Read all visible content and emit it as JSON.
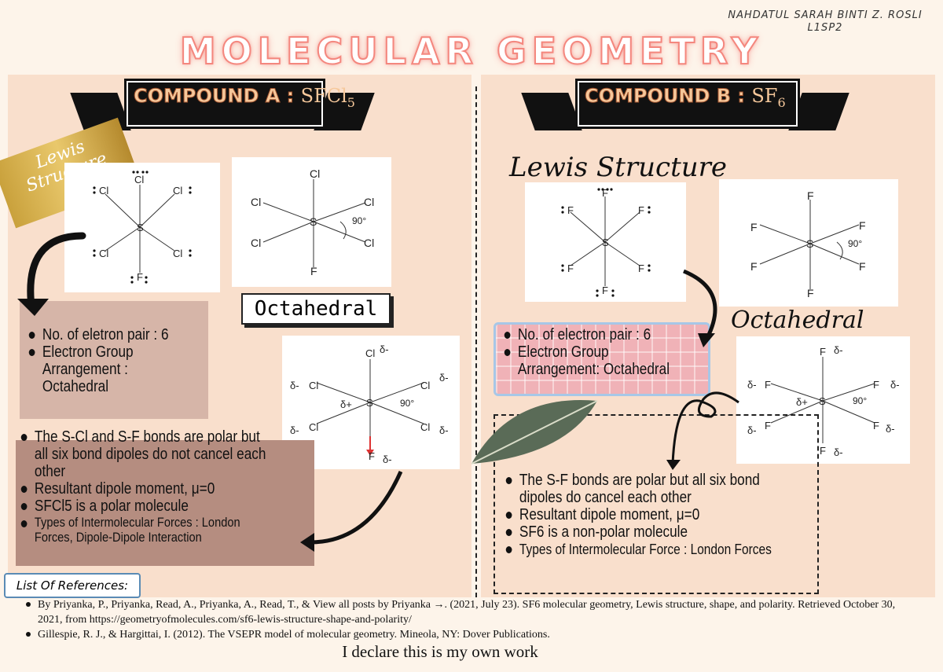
{
  "author": {
    "name": "NAHDATUL SARAH BINTI Z. ROSLI",
    "class": "L1SP2"
  },
  "title": "MOLECULAR GEOMETRY",
  "compound_a": {
    "banner_label": "COMPOUND A :",
    "formula_main": "SFCl",
    "formula_sub": "5",
    "lewis_label": "Lewis Structure",
    "shape_label": "Octahedral",
    "atoms": {
      "center": "S",
      "cl": "Cl",
      "f": "F",
      "angle": "90°",
      "delta_plus": "δ+",
      "delta_minus": "δ-"
    },
    "electron_info": [
      "No. of eletron pair : 6",
      "Electron Group Arrangement : Octahedral"
    ],
    "polarity_info": [
      "The S-Cl and S-F bonds are polar but  all six bond dipoles do not cancel each other",
      "Resultant dipole moment, μ=0",
      "SFCl5  is a polar molecule",
      "Types of Intermolecular Forces : London Forces, Dipole-Dipole Interaction"
    ]
  },
  "compound_b": {
    "banner_label": "COMPOUND B :",
    "formula_main": "SF",
    "formula_sub": "6",
    "lewis_label": "Lewis Structure",
    "shape_label": "Octahedral",
    "atoms": {
      "center": "S",
      "f": "F",
      "angle": "90°",
      "delta_plus": "δ+",
      "delta_minus": "δ-"
    },
    "electron_info": [
      "No. of electron pair : 6",
      "Electron Group Arrangement: Octahedral"
    ],
    "polarity_info": [
      "The S-F bonds are polar but all six bond dipoles do cancel each other",
      "Resultant dipole moment, μ=0",
      "SF6 is a non-polar molecule",
      "Types of Intermolecular Force : London Forces"
    ]
  },
  "references": {
    "label": "List Of References:",
    "items": [
      "By Priyanka, P., Priyanka, Read, A., Priyanka, A., Read, T., & View all posts by Priyanka →. (2021, July 23). SF6 molecular geometry, Lewis structure, shape, and polarity. Retrieved October 30, 2021, from https://geometryofmolecules.com/sf6-lewis-structure-shape-and-polarity/",
      "Gillespie, R. J., & Hargittai, I. (2012). The VSEPR model of molecular geometry. Mineola, NY: Dover Publications."
    ]
  },
  "declaration": "I declare this is my own work",
  "colors": {
    "background": "#fdf4ea",
    "panel": "#f9dfcc",
    "title_outline": "#f4877e",
    "banner_text": "#f6c89b",
    "brown_box": "#b58d80",
    "tan_box": "#d6b5a8",
    "pink_box": "#f0b2b7"
  }
}
